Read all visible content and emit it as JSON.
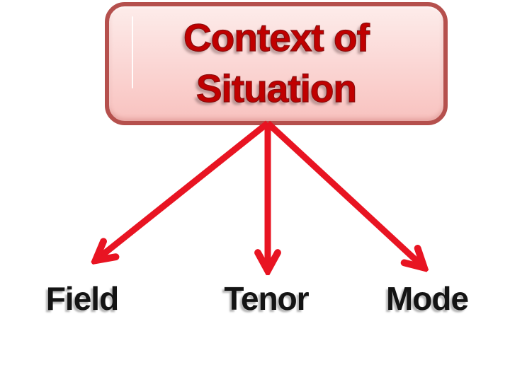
{
  "diagram": {
    "title_box": {
      "line1": "Context of",
      "line2": "Situation"
    },
    "labels": [
      {
        "text": "Field"
      },
      {
        "text": "Tenor"
      },
      {
        "text": "Mode"
      }
    ],
    "colors": {
      "box_border": "#b5504d",
      "box_fill_top": "#fdecea",
      "box_fill_bottom": "#f8c2bf",
      "title_text": "#c00000",
      "arrow": "#e81422",
      "label_text": "#141414"
    }
  }
}
